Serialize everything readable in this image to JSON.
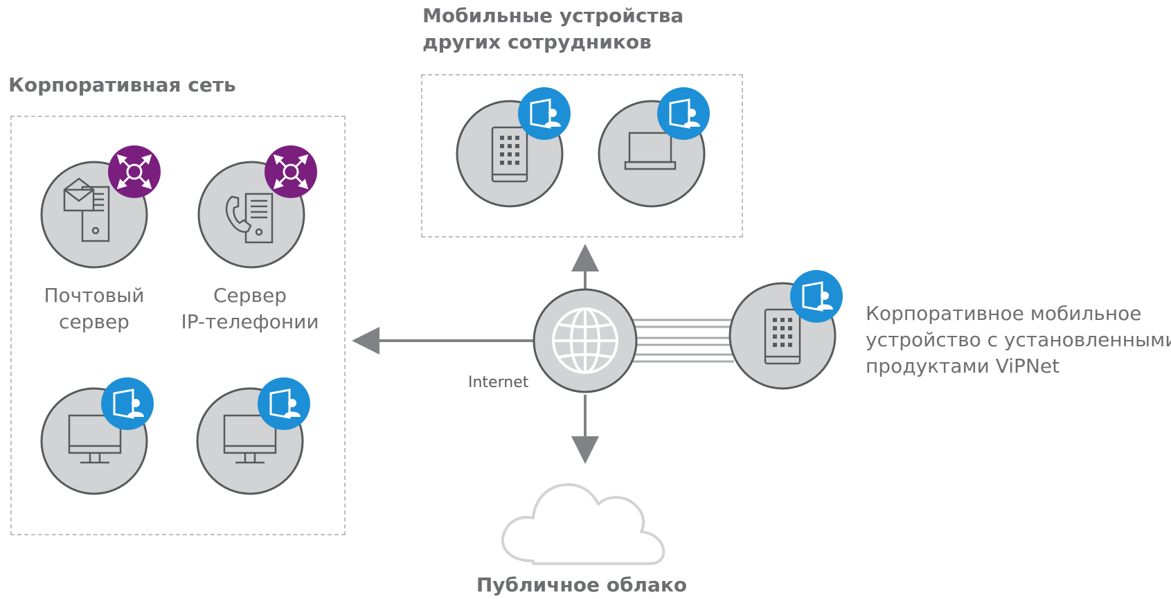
{
  "corporate_network": {
    "title": "Корпоративная сеть",
    "mail_server_label": [
      "Почтовый",
      "сервер"
    ],
    "ip_server_label": [
      "Сервер",
      "IP-телефонии"
    ]
  },
  "mobile_devices": {
    "title": [
      "Мобильные устройства",
      "других сотрудников"
    ]
  },
  "internet": {
    "label": "Internet"
  },
  "corporate_mobile": {
    "label": [
      "Корпоративное мобильное",
      "устройство с установленными",
      "продуктами ViPNet"
    ]
  },
  "public_cloud": {
    "title": "Публичное облако"
  },
  "colors": {
    "node_fill": "#d1d3d4",
    "node_stroke": "#58595b",
    "badge_blue": "#1d8fd6",
    "badge_purple": "#7b1f7f",
    "arrow": "#808285",
    "dashed_border": "#bcbec0"
  },
  "icons": [
    "mail-server-icon",
    "phone-server-icon",
    "monitor-icon",
    "tablet-icon",
    "laptop-icon",
    "globe-icon",
    "cloud-icon",
    "vipnet-client-badge-icon",
    "coordinator-badge-icon"
  ]
}
